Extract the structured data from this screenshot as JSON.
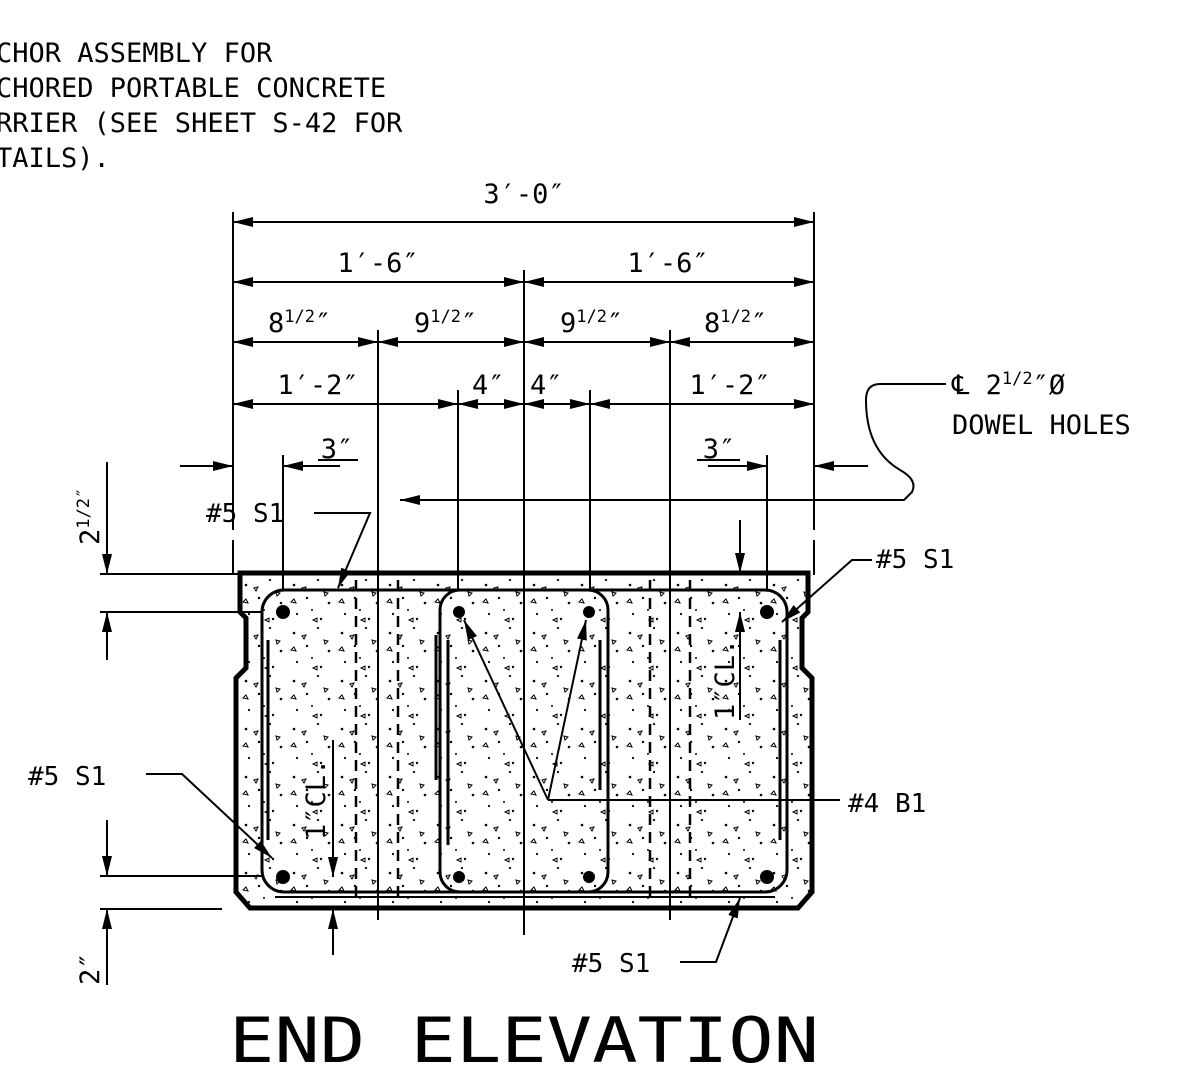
{
  "note": {
    "lines": [
      "CHOR ASSEMBLY FOR",
      "CHORED PORTABLE CONCRETE",
      "RRIER (SEE SHEET S-42 FOR",
      "TAILS)."
    ]
  },
  "dimensions": {
    "overall": "3′-0″",
    "half_left": "1′-6″",
    "half_right": "1′-6″",
    "d8_left": "8",
    "d9_left": "9",
    "d9_right": "9",
    "d8_right": "8",
    "half_frac": "1/2",
    "inch_mark": "″",
    "d12_left": "1′-2″",
    "d4_left": "4″",
    "d4_right": "4″",
    "d12_right": "1′-2″",
    "d3_left": "3″",
    "d3_right": "3″",
    "top_cover_whole": "2",
    "top_cover_frac": "1/2″",
    "bottom_cover": "2″",
    "clear_left": "1″CL.",
    "clear_right": "1″CL."
  },
  "dowel_callout": {
    "line1": "℄ 2",
    "frac": "1/2",
    "line1_end": "″Ø",
    "line2": "DOWEL HOLES"
  },
  "labels": {
    "s1_top_left": "#5 S1",
    "s1_top_right": "#5 S1",
    "s1_mid_left": "#5 S1",
    "s1_bottom": "#5 S1",
    "b1": "#4 B1"
  },
  "title": "END ELEVATION"
}
